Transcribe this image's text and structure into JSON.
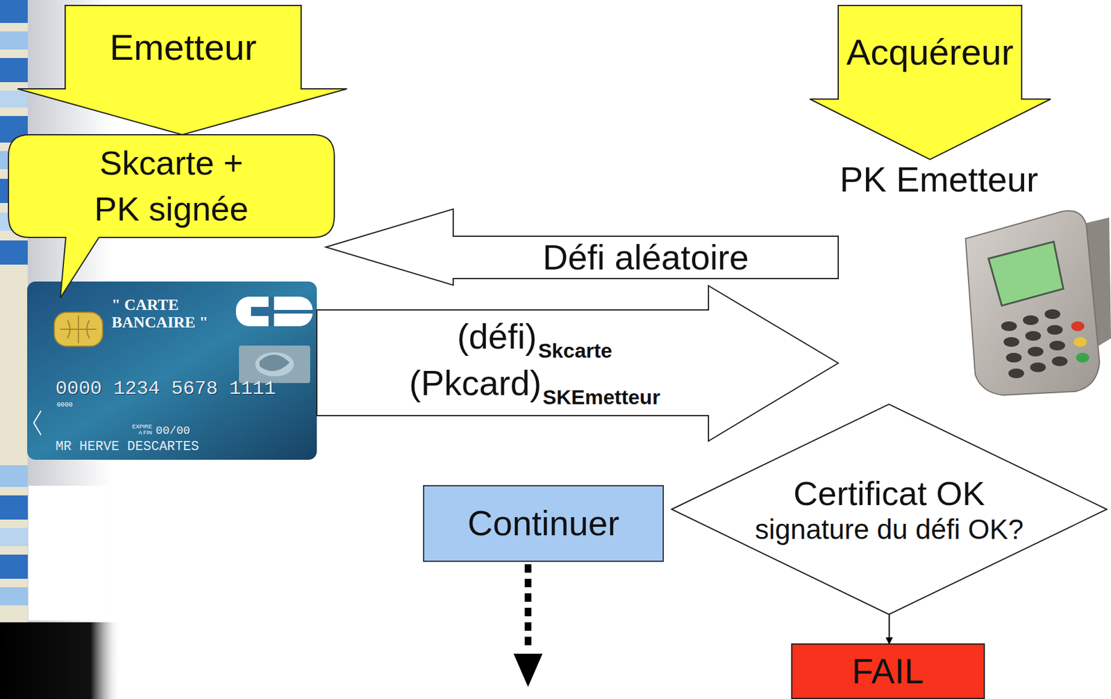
{
  "diagram": {
    "nodes": [
      {
        "text": [
          "Emetteur"
        ]
      },
      {
        "text": [
          "Acquéreur"
        ]
      },
      {
        "text": [
          "Skcarte + PK signée"
        ]
      },
      {
        "text": [
          "Défi aléatoire"
        ]
      },
      {
        "text": [
          "(défi)",
          "Skcarte",
          "(Pkcard)",
          "SKEmetteur"
        ]
      },
      {
        "text": [
          "Continuer"
        ]
      },
      {
        "text": [
          "Certificat OK",
          "signature du défi OK?"
        ]
      },
      {
        "text": [
          "FAIL"
        ]
      }
    ],
    "edges": [
      {
        "from": 6,
        "to": 7,
        "arrow": "to"
      }
    ],
    "labels": [
      "PK Emetteur",
      "\" CARTE BANCAIRE \"",
      "0000 1234 5678 1111",
      "0000",
      "EXPIRE A FIN",
      "00/00",
      "MR HERVE DESCARTES"
    ]
  }
}
